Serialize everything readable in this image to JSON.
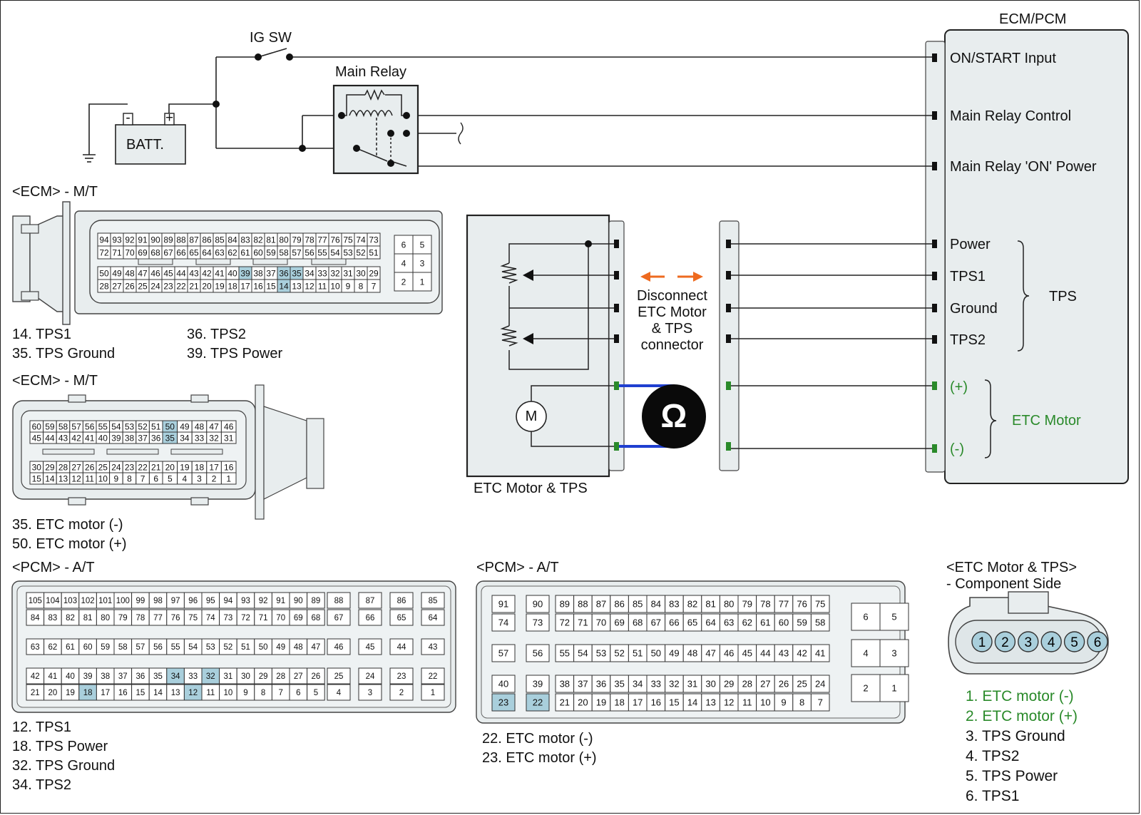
{
  "ecm_pcm": {
    "title": "ECM/PCM",
    "terminals": [
      "ON/START Input",
      "Main Relay Control",
      "Main Relay 'ON' Power",
      "Power",
      "TPS1",
      "Ground",
      "TPS2",
      "(+)",
      "(-)"
    ],
    "group_tps": "TPS",
    "group_etc": "ETC Motor"
  },
  "supply": {
    "ig_sw": "IG SW",
    "main_relay": "Main Relay",
    "battery": "BATT.",
    "battery_neg": "-",
    "battery_pos": "+"
  },
  "component": {
    "label": "ETC Motor & TPS",
    "motor_symbol": "M",
    "ohm_symbol": "Ω",
    "disconnect_lines": [
      "Disconnect",
      "ETC Motor",
      "& TPS",
      "connector"
    ]
  },
  "ecm_mt_1": {
    "title": "<ECM> - M/T",
    "row1": [
      "94",
      "93",
      "92",
      "91",
      "90",
      "89",
      "88",
      "87",
      "86",
      "85",
      "84",
      "83",
      "82",
      "81",
      "80",
      "79",
      "78",
      "77",
      "76",
      "75",
      "74",
      "73"
    ],
    "row2": [
      "72",
      "71",
      "70",
      "69",
      "68",
      "67",
      "66",
      "65",
      "64",
      "63",
      "62",
      "61",
      "60",
      "59",
      "58",
      "57",
      "56",
      "55",
      "54",
      "53",
      "52",
      "51"
    ],
    "row3": [
      "50",
      "49",
      "48",
      "47",
      "46",
      "45",
      "44",
      "43",
      "42",
      "41",
      "40",
      "39",
      "38",
      "37",
      "36",
      "35",
      "34",
      "33",
      "32",
      "31",
      "30",
      "29"
    ],
    "row4": [
      "28",
      "27",
      "26",
      "25",
      "24",
      "23",
      "22",
      "21",
      "20",
      "19",
      "18",
      "17",
      "16",
      "15",
      "14",
      "13",
      "12",
      "11",
      "10",
      "9",
      "8",
      "7"
    ],
    "side": [
      "6",
      "5",
      "4",
      "3",
      "2",
      "1"
    ],
    "highlight": [
      "39",
      "36",
      "35",
      "14"
    ],
    "pins_col1": [
      "14. TPS1",
      "35. TPS Ground"
    ],
    "pins_col2": [
      "36. TPS2",
      "39. TPS Power"
    ]
  },
  "ecm_mt_2": {
    "title": "<ECM> - M/T",
    "row1": [
      "60",
      "59",
      "58",
      "57",
      "56",
      "55",
      "54",
      "53",
      "52",
      "51",
      "50",
      "49",
      "48",
      "47",
      "46"
    ],
    "row2": [
      "45",
      "44",
      "43",
      "42",
      "41",
      "40",
      "39",
      "38",
      "37",
      "36",
      "35",
      "34",
      "33",
      "32",
      "31"
    ],
    "row3": [
      "30",
      "29",
      "28",
      "27",
      "26",
      "25",
      "24",
      "23",
      "22",
      "21",
      "20",
      "19",
      "18",
      "17",
      "16"
    ],
    "row4": [
      "15",
      "14",
      "13",
      "12",
      "11",
      "10",
      "9",
      "8",
      "7",
      "6",
      "5",
      "4",
      "3",
      "2",
      "1"
    ],
    "highlight": [
      "50",
      "35"
    ],
    "pins": [
      "35. ETC motor (-)",
      "50. ETC motor (+)"
    ]
  },
  "pcm_at_1": {
    "title": "<PCM> - A/T",
    "row1": [
      "105",
      "104",
      "103",
      "102",
      "101",
      "100",
      "99",
      "98",
      "97",
      "96",
      "95",
      "94",
      "93",
      "92",
      "91",
      "90",
      "89"
    ],
    "row2": [
      "84",
      "83",
      "82",
      "81",
      "80",
      "79",
      "78",
      "77",
      "76",
      "75",
      "74",
      "73",
      "72",
      "71",
      "70",
      "69",
      "68"
    ],
    "row3": [
      "63",
      "62",
      "61",
      "60",
      "59",
      "58",
      "57",
      "56",
      "55",
      "54",
      "53",
      "52",
      "51",
      "50",
      "49",
      "48",
      "47"
    ],
    "row4": [
      "42",
      "41",
      "40",
      "39",
      "38",
      "37",
      "36",
      "35",
      "34",
      "33",
      "32",
      "31",
      "30",
      "29",
      "28",
      "27",
      "26"
    ],
    "row5": [
      "21",
      "20",
      "19",
      "18",
      "17",
      "16",
      "15",
      "14",
      "13",
      "12",
      "11",
      "10",
      "9",
      "8",
      "7",
      "6",
      "5"
    ],
    "right_row1": [
      "88",
      "87",
      "86",
      "85"
    ],
    "right_row2": [
      "67",
      "66",
      "65",
      "64"
    ],
    "right_row3": [
      "46",
      "45",
      "44",
      "43"
    ],
    "right_row4": [
      "25",
      "24",
      "23",
      "22"
    ],
    "right_row5": [
      "4",
      "3",
      "2",
      "1"
    ],
    "highlight": [
      "34",
      "32",
      "18",
      "12"
    ],
    "pins": [
      "12. TPS1",
      "18. TPS Power",
      "32. TPS Ground",
      "34. TPS2"
    ]
  },
  "pcm_at_2": {
    "title": "<PCM> - A/T",
    "left_top": [
      "91",
      "90",
      "74",
      "73"
    ],
    "left_mid": [
      "57",
      "56"
    ],
    "left_bot": [
      "40",
      "39",
      "23",
      "22"
    ],
    "row1": [
      "89",
      "88",
      "87",
      "86",
      "85",
      "84",
      "83",
      "82",
      "81",
      "80",
      "79",
      "78",
      "77",
      "76",
      "75"
    ],
    "row2": [
      "72",
      "71",
      "70",
      "69",
      "68",
      "67",
      "66",
      "65",
      "64",
      "63",
      "62",
      "61",
      "60",
      "59",
      "58"
    ],
    "row3": [
      "55",
      "54",
      "53",
      "52",
      "51",
      "50",
      "49",
      "48",
      "47",
      "46",
      "45",
      "44",
      "43",
      "42",
      "41"
    ],
    "row4": [
      "38",
      "37",
      "36",
      "35",
      "34",
      "33",
      "32",
      "31",
      "30",
      "29",
      "28",
      "27",
      "26",
      "25",
      "24"
    ],
    "row5": [
      "21",
      "20",
      "19",
      "18",
      "17",
      "16",
      "15",
      "14",
      "13",
      "12",
      "11",
      "10",
      "9",
      "8",
      "7"
    ],
    "side": [
      "6",
      "5",
      "4",
      "3",
      "2",
      "1"
    ],
    "highlight": [
      "23",
      "22"
    ],
    "pins": [
      "22. ETC motor (-)",
      "23. ETC motor (+)"
    ]
  },
  "component_side": {
    "title_line1": "<ETC Motor & TPS>",
    "title_line2": "- Component Side",
    "pins_numbers": [
      "1",
      "2",
      "3",
      "4",
      "5",
      "6"
    ],
    "pins": [
      "1. ETC motor (-)",
      "2. ETC motor (+)",
      "3. TPS Ground",
      "4. TPS2",
      "5. TPS Power",
      "6. TPS1"
    ]
  },
  "colors": {
    "highlight": "#a9cfdc",
    "connector_fill": "#e8edee",
    "green": "#2a8a2a",
    "blue_wire": "#1f3fd0",
    "orange": "#ee6a1f"
  }
}
